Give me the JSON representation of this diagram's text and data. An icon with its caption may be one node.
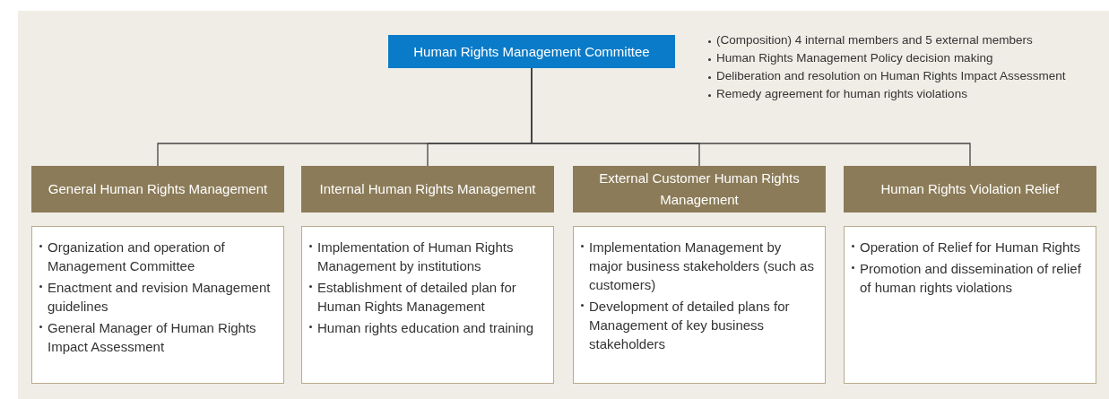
{
  "diagram": {
    "nodes": [
      {
        "text": [
          "Human Rights Management Committee"
        ],
        "beside": [
          "(Composition) 4 internal members and 5 external members",
          "Human Rights Management Policy decision making",
          "Deliberation and resolution on Human Rights Impact Assessment",
          "Remedy agreement for human rights violations"
        ]
      },
      {
        "text": [
          "General Human Rights Management"
        ]
      },
      {
        "text": [
          "Internal Human Rights Management"
        ]
      },
      {
        "text": [
          "External Customer Human Rights Management"
        ]
      },
      {
        "text": [
          "Human Rights Violation Relief"
        ]
      },
      {
        "text": [
          "Organization and operation of Management Committee",
          "Enactment and revision Management guidelines",
          "General Manager of Human Rights Impact Assessment"
        ]
      },
      {
        "text": [
          "Implementation of Human Rights Management by institutions",
          "Establishment of detailed plan for Human Rights Management",
          "Human rights education and training"
        ]
      },
      {
        "text": [
          "Implementation Management by major business stakeholders (such as customers)",
          "Development of detailed plans for Management of key business stakeholders"
        ]
      },
      {
        "text": [
          "Operation of Relief for Human Rights",
          "Promotion and dissemination of relief of human rights violations"
        ]
      }
    ],
    "edges": [
      {
        "from": 0,
        "to": 1,
        "arrow": "none"
      },
      {
        "from": 0,
        "to": 2,
        "arrow": "none"
      },
      {
        "from": 0,
        "to": 3,
        "arrow": "none"
      },
      {
        "from": 0,
        "to": 4,
        "arrow": "none"
      }
    ]
  }
}
